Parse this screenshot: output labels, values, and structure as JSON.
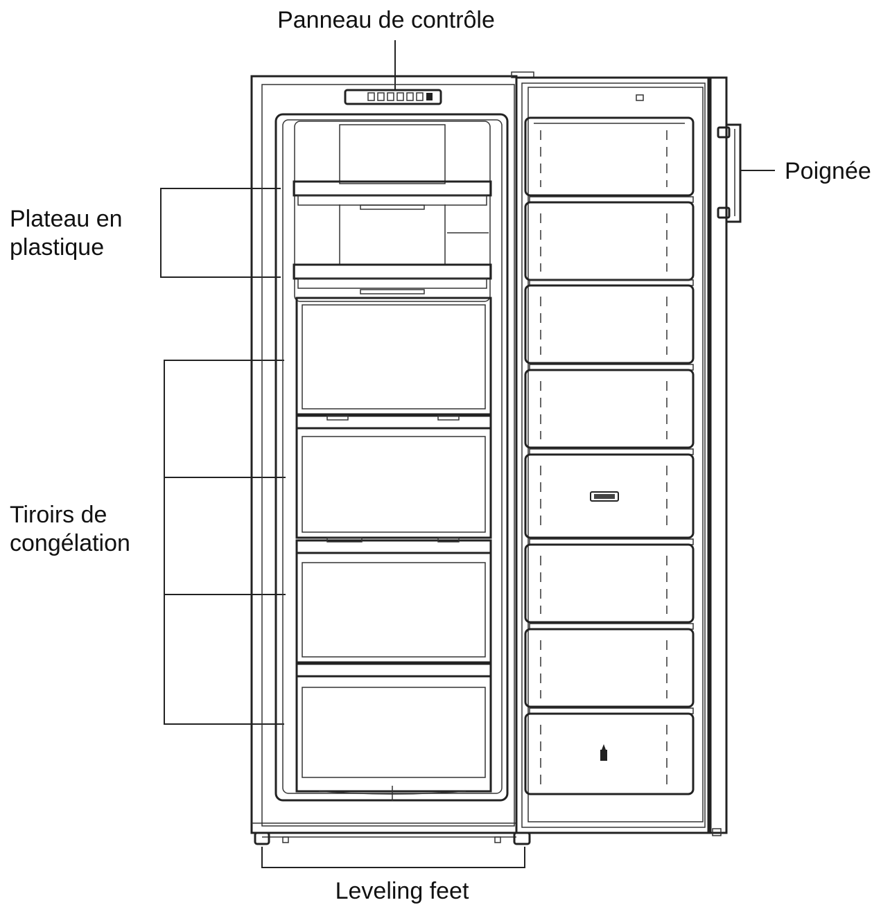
{
  "labels": {
    "control_panel": "Panneau de contrôle",
    "handle": "Poignée",
    "plastic_tray_line1": "Plateau en",
    "plastic_tray_line2": "plastique",
    "freezer_drawers_line1": "Tiroirs de",
    "freezer_drawers_line2": "congélation",
    "leveling_feet": "Leveling feet"
  },
  "colors": {
    "line": "#222222",
    "background": "#ffffff"
  }
}
